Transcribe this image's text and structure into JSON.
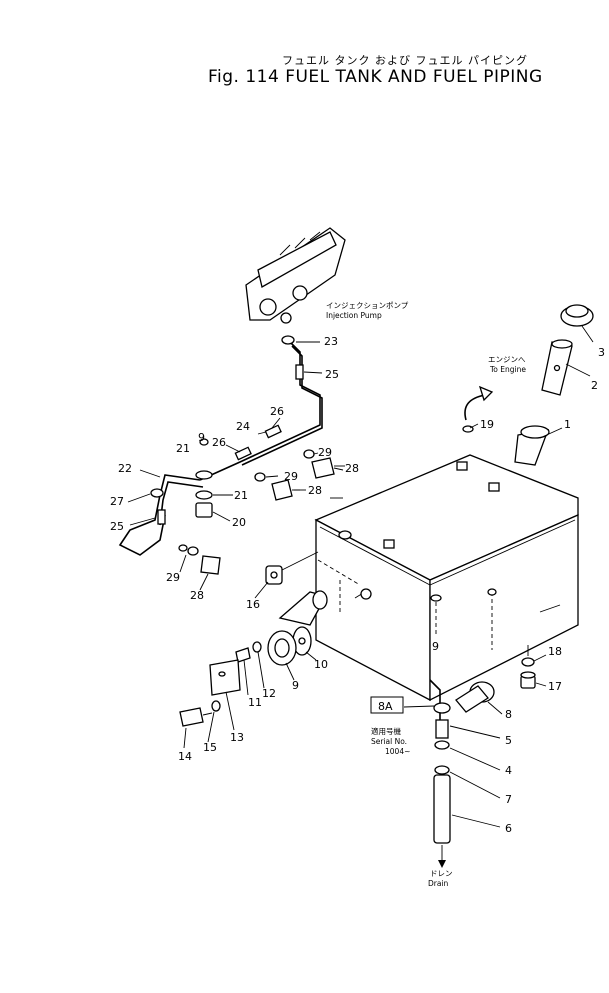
{
  "header": {
    "title_jp": "フュエル タンク および フュエル パイピング",
    "title": "Fig. 114 FUEL TANK AND FUEL PIPING"
  },
  "labels": {
    "injection_pump_jp": "インジェクションポンプ",
    "injection_pump": "Injection Pump",
    "to_engine_jp": "エンジンへ",
    "to_engine": "To Engine",
    "drain_jp": "ドレン",
    "drain": "Drain",
    "serial_jp": "適用号機",
    "serial": "Serial No.",
    "serial_range": "1004~"
  },
  "callouts": [
    {
      "id": "c1",
      "text": "1"
    },
    {
      "id": "c2",
      "text": "2"
    },
    {
      "id": "c3",
      "text": "3"
    },
    {
      "id": "c4",
      "text": "4"
    },
    {
      "id": "c5",
      "text": "5"
    },
    {
      "id": "c6",
      "text": "6"
    },
    {
      "id": "c7",
      "text": "7"
    },
    {
      "id": "c8",
      "text": "8"
    },
    {
      "id": "c8a",
      "text": "8A"
    },
    {
      "id": "c9",
      "text": "9"
    },
    {
      "id": "c10",
      "text": "10"
    },
    {
      "id": "c11",
      "text": "11"
    },
    {
      "id": "c12",
      "text": "12"
    },
    {
      "id": "c13",
      "text": "13"
    },
    {
      "id": "c14",
      "text": "14"
    },
    {
      "id": "c15",
      "text": "15"
    },
    {
      "id": "c16",
      "text": "16"
    },
    {
      "id": "c17",
      "text": "17"
    },
    {
      "id": "c18",
      "text": "18"
    },
    {
      "id": "c19",
      "text": "19"
    },
    {
      "id": "c20",
      "text": "20"
    },
    {
      "id": "c21a",
      "text": "21"
    },
    {
      "id": "c21b",
      "text": "21"
    },
    {
      "id": "c22",
      "text": "22"
    },
    {
      "id": "c23",
      "text": "23"
    },
    {
      "id": "c24",
      "text": "24"
    },
    {
      "id": "c25a",
      "text": "25"
    },
    {
      "id": "c25b",
      "text": "25"
    },
    {
      "id": "c26a",
      "text": "26"
    },
    {
      "id": "c26b",
      "text": "26"
    },
    {
      "id": "c27",
      "text": "27"
    },
    {
      "id": "c28a",
      "text": "28"
    },
    {
      "id": "c28b",
      "text": "28"
    },
    {
      "id": "c28c",
      "text": "28"
    },
    {
      "id": "c29a",
      "text": "29"
    },
    {
      "id": "c29b",
      "text": "29"
    },
    {
      "id": "c29c",
      "text": "29"
    },
    {
      "id": "c9top",
      "text": "9"
    },
    {
      "id": "c9mid",
      "text": "9"
    }
  ]
}
